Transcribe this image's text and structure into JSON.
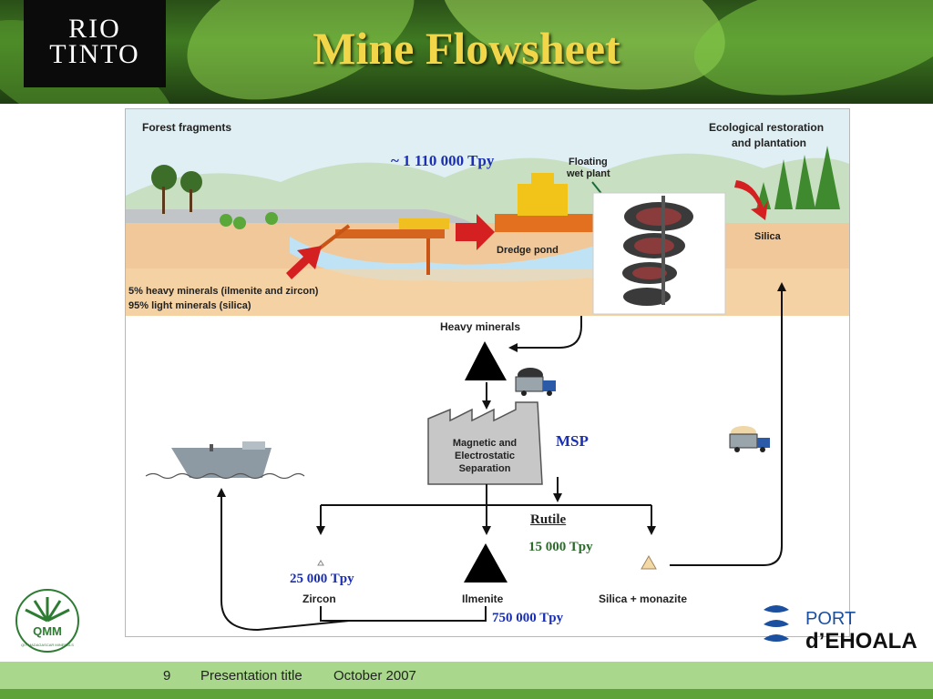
{
  "header": {
    "logo_line1": "RIO",
    "logo_line2": "TINTO",
    "title": "Mine Flowsheet"
  },
  "diagram": {
    "forest_fragments": "Forest fragments",
    "restoration_line1": "Ecological restoration",
    "restoration_line2": "and plantation",
    "throughput": "~ 1 110 000 Tpy",
    "floating_line1": "Floating",
    "floating_line2": "wet plant",
    "dredge_pond": "Dredge pond",
    "silica_top": "Silica",
    "heavy_pct": "5% heavy minerals (ilmenite and zircon)",
    "light_pct": "95% light minerals (silica)",
    "heavy_minerals": "Heavy minerals",
    "msp_line1": "Magnetic and",
    "msp_line2": "Electrostatic",
    "msp_line3": "Separation",
    "msp": "MSP",
    "rutile": "Rutile",
    "rutile_tpy": "15 000 Tpy",
    "zircon_tpy": "25 000 Tpy",
    "zircon": "Zircon",
    "ilmenite": "Ilmenite",
    "silica_monazite": "Silica + monazite",
    "ilmenite_tpy": "750 000 Tpy"
  },
  "footer": {
    "page_number": "9",
    "presentation_title": "Presentation title",
    "date": "October 2007"
  },
  "logos": {
    "qmm_text": "QMM",
    "qmm_ring": "QIT MADAGASCAR MINERALS",
    "port_line1": "PORT",
    "port_line2": "d’EHOALA"
  },
  "colors": {
    "title": "#f1d64a",
    "flow_blue": "#1a2fb3",
    "flow_green": "#2d6b2d",
    "arrow_red": "#d42020",
    "footer_band": "#a9d88c"
  }
}
